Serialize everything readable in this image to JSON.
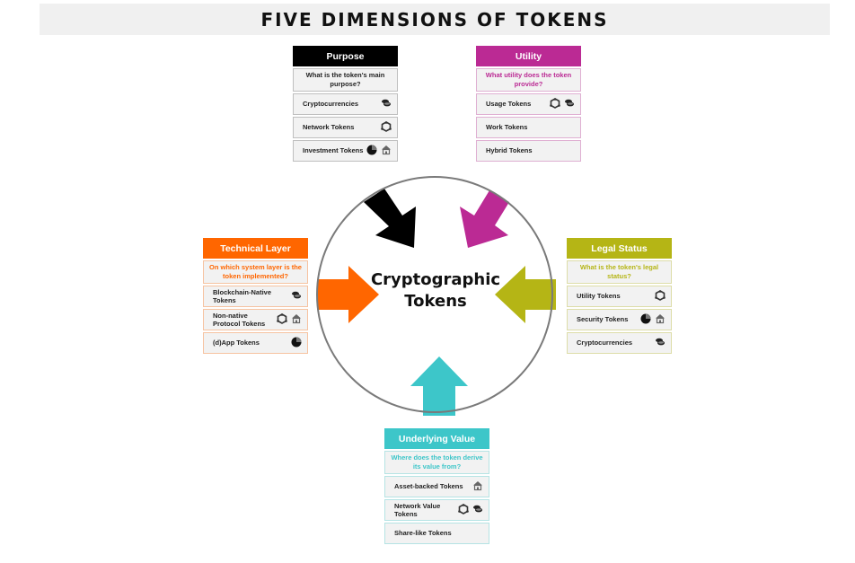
{
  "title": "FIVE DIMENSIONS OF TOKENS",
  "center": {
    "line1": "Cryptographic",
    "line2": "Tokens"
  },
  "colors": {
    "purpose": "#000000",
    "utility": "#bb2a94",
    "technical": "#ff6600",
    "legal": "#b5b515",
    "underlying": "#3dc6c9"
  },
  "panels": {
    "purpose": {
      "header": "Purpose",
      "question": "What is the token's main purpose?",
      "items": [
        {
          "label": "Cryptocurrencies",
          "icons": [
            "coins-icon"
          ]
        },
        {
          "label": "Network Tokens",
          "icons": [
            "network-icon"
          ]
        },
        {
          "label": "Investment Tokens",
          "icons": [
            "pie-chart-icon",
            "house-icon"
          ]
        }
      ]
    },
    "utility": {
      "header": "Utility",
      "question": "What utility does the token provide?",
      "items": [
        {
          "label": "Usage Tokens",
          "icons": [
            "network-icon",
            "coins-icon"
          ]
        },
        {
          "label": "Work Tokens",
          "icons": []
        },
        {
          "label": "Hybrid Tokens",
          "icons": []
        }
      ]
    },
    "technical": {
      "header": "Technical Layer",
      "question": "On which system layer is the token implemented?",
      "items": [
        {
          "label": "Blockchain-Native Tokens",
          "icons": [
            "coins-icon"
          ]
        },
        {
          "label": "Non-native Protocol Tokens",
          "icons": [
            "network-icon",
            "house-icon"
          ]
        },
        {
          "label": "(d)App Tokens",
          "icons": [
            "pie-chart-icon"
          ]
        }
      ]
    },
    "legal": {
      "header": "Legal Status",
      "question": "What is the token's legal status?",
      "items": [
        {
          "label": "Utility Tokens",
          "icons": [
            "network-icon"
          ]
        },
        {
          "label": "Security Tokens",
          "icons": [
            "pie-chart-icon",
            "house-icon"
          ]
        },
        {
          "label": "Cryptocurrencies",
          "icons": [
            "coins-icon"
          ]
        }
      ]
    },
    "underlying": {
      "header": "Underlying Value",
      "question": "Where does the token derive its value from?",
      "items": [
        {
          "label": "Asset-backed Tokens",
          "icons": [
            "house-icon"
          ]
        },
        {
          "label": "Network Value Tokens",
          "icons": [
            "network-icon",
            "coins-icon"
          ]
        },
        {
          "label": "Share-like Tokens",
          "icons": []
        }
      ]
    }
  }
}
